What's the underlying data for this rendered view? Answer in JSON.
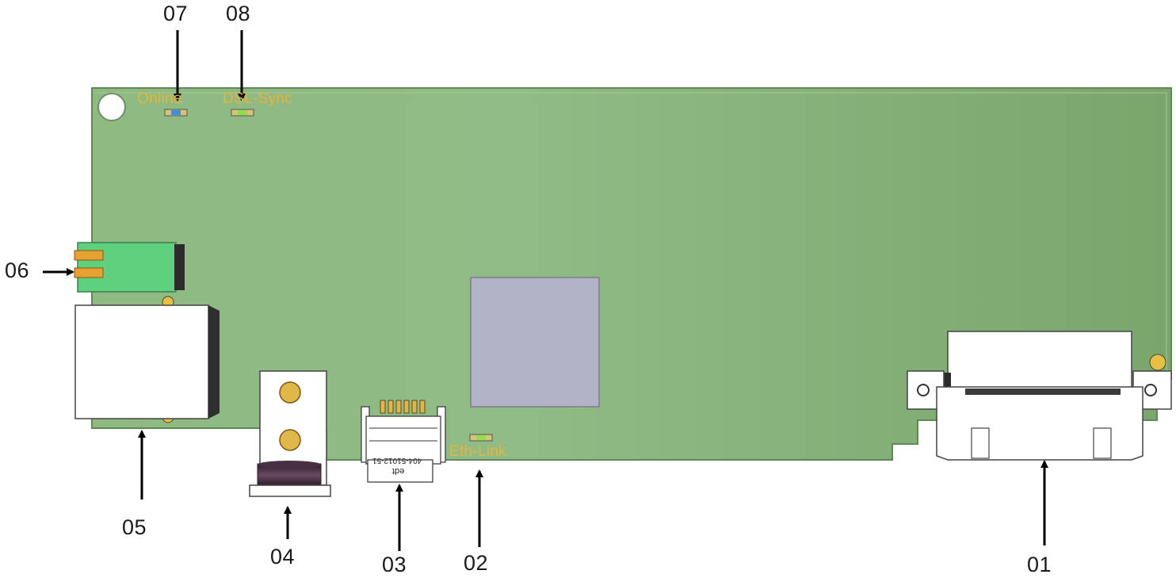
{
  "figure": {
    "silkscreen": {
      "online": "Online",
      "dsl_sync": "DSL-Sync",
      "eth_link": "Eth-Link"
    },
    "connector_print": {
      "part_number": "404-51012-51",
      "brand": "edt"
    },
    "callouts": [
      "01",
      "02",
      "03",
      "04",
      "05",
      "06",
      "07",
      "08"
    ],
    "colors": {
      "pcb": "#8cb57e",
      "silkscreen": "#e8b43a",
      "chip": "#b2b3c6",
      "terminal_block": "#5ed07e",
      "led_blue": "#3a8fe0",
      "led_green": "#8ee04a"
    }
  }
}
